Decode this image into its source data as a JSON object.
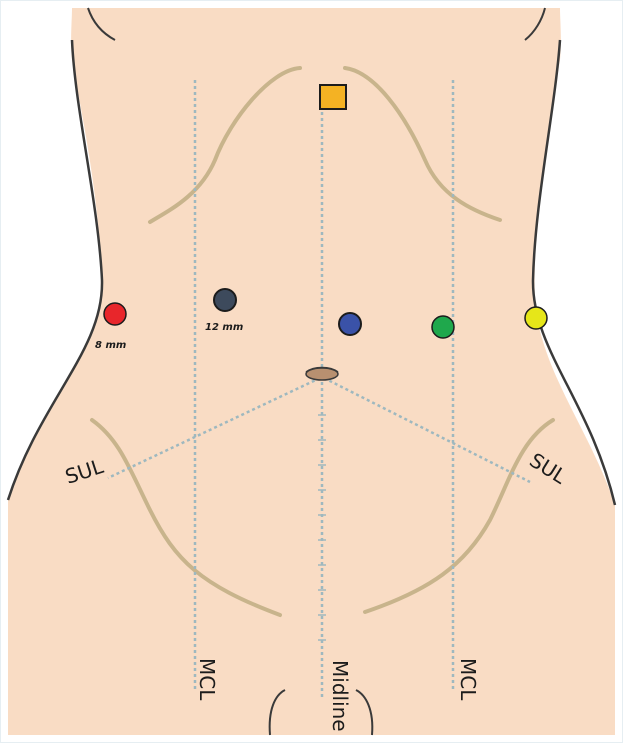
{
  "diagram": {
    "line_labels": {
      "mcl_left": "MCL",
      "midline": "Midline",
      "mcl_right": "MCL",
      "sul_left": "SUL",
      "sul_right": "SUL"
    },
    "port_sizes": {
      "red_port": "8 mm",
      "dark_port": "12 mm"
    },
    "ports": [
      {
        "id": "square-port",
        "shape": "square",
        "color": "#f4b223"
      },
      {
        "id": "red-port",
        "shape": "circle",
        "color": "#e8262b"
      },
      {
        "id": "dark-port",
        "shape": "circle",
        "color": "#3d4a5c"
      },
      {
        "id": "blue-port",
        "shape": "circle",
        "color": "#3a52a8"
      },
      {
        "id": "green-port",
        "shape": "circle",
        "color": "#1fa84c"
      },
      {
        "id": "yellow-port",
        "shape": "circle",
        "color": "#e6e619"
      }
    ],
    "colors": {
      "skin": "#f9dcc4",
      "outline": "#555555",
      "muscle": "#c8b48c",
      "guide": "#9eb8bf"
    }
  }
}
